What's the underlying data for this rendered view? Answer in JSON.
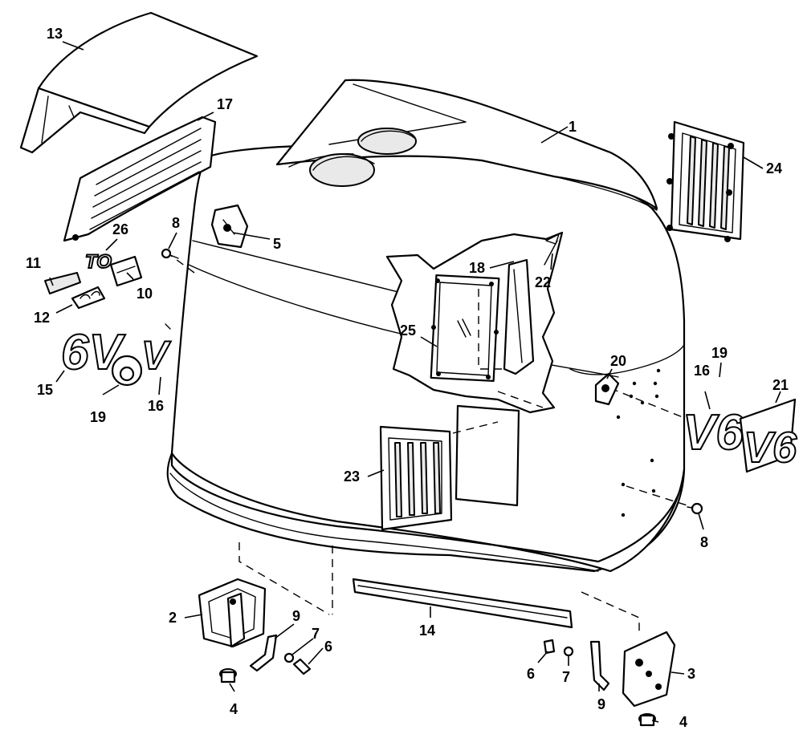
{
  "diagram": {
    "callouts": {
      "c1": "1",
      "c2": "2",
      "c3": "3",
      "c4a": "4",
      "c4b": "4",
      "c5": "5",
      "c6a": "6",
      "c6b": "6",
      "c7a": "7",
      "c7b": "7",
      "c8a": "8",
      "c8b": "8",
      "c9a": "9",
      "c9b": "9",
      "c10": "10",
      "c11": "11",
      "c12": "12",
      "c13": "13",
      "c14": "14",
      "c15": "15",
      "c16a": "16",
      "c16b": "16",
      "c17": "17",
      "c18": "18",
      "c19a": "19",
      "c19b": "19",
      "c20": "20",
      "c21": "21",
      "c22": "22",
      "c23": "23",
      "c24": "24",
      "c25": "25",
      "c26": "26"
    },
    "decals": {
      "v6_script": "V6",
      "v6_boxed": "V6",
      "v6_left_large": "6V",
      "v_small": "V",
      "to_badge": "TO"
    }
  }
}
